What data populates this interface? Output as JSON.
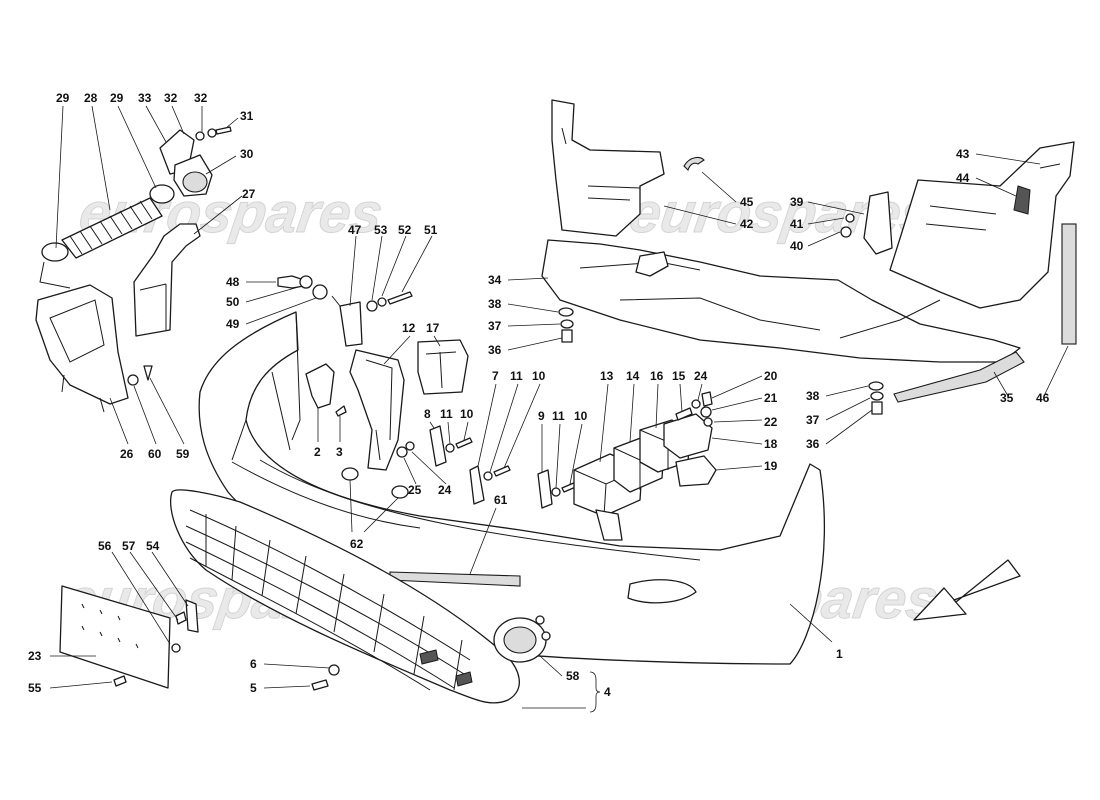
{
  "watermark": {
    "text": "eurospares",
    "color": "#e6e6e6"
  },
  "callouts": [
    "29",
    "28",
    "29",
    "33",
    "32",
    "32",
    "31",
    "30",
    "27",
    "47",
    "53",
    "52",
    "51",
    "48",
    "50",
    "49",
    "12",
    "17",
    "26",
    "60",
    "59",
    "2",
    "3",
    "25",
    "24",
    "8",
    "11",
    "10",
    "7",
    "11",
    "10",
    "9",
    "11",
    "10",
    "13",
    "14",
    "16",
    "15",
    "24",
    "20",
    "21",
    "22",
    "18",
    "19",
    "62",
    "61",
    "34",
    "38",
    "37",
    "36",
    "45",
    "42",
    "39",
    "41",
    "40",
    "43",
    "44",
    "38",
    "37",
    "36",
    "35",
    "46",
    "56",
    "57",
    "54",
    "23",
    "55",
    "6",
    "5",
    "58",
    "4",
    "1"
  ]
}
